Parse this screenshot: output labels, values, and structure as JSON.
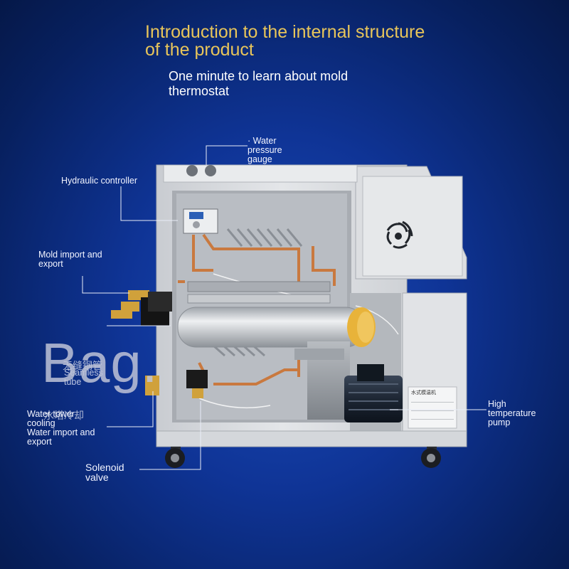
{
  "header": {
    "title": "Introduction to the internal structure of the product",
    "subtitle": "One minute to learn about mold thermostat"
  },
  "callouts": {
    "water_pressure_gauge": "· Water pressure gauge",
    "hydraulic_controller": "Hydraulic controller",
    "mold_import_export": "Mold import and export",
    "water_tower_cooling": "Water tower cooling",
    "water_import_export": "Water import and export",
    "solenoid_valve": "Solenoid valve",
    "high_temperature_pump": "High temperature pump",
    "seamless_tube": "Seamless tube",
    "seamless_tube_cn": "无缝钢管",
    "water_tower_cooling_cn": "水塔冷却"
  },
  "watermark": "Bag.",
  "nameplate": {
    "title": "水式模温机"
  },
  "colors": {
    "title": "#e8c55a",
    "background": "#0f3496",
    "cabinet": "#dfe1e4",
    "copper": "#c9793f"
  }
}
